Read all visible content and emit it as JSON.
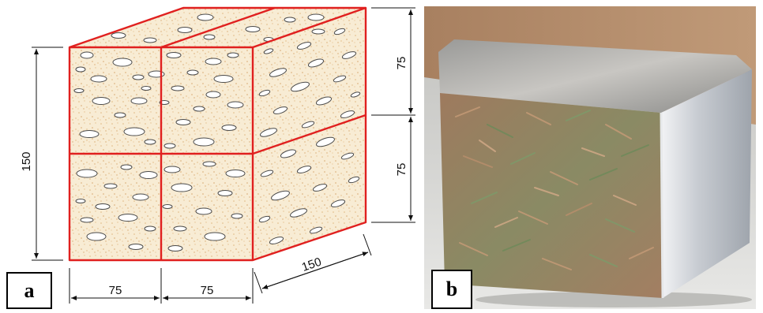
{
  "panel_a": {
    "label": "a",
    "dimensions": {
      "height_total": "150",
      "height_top": "75",
      "height_bottom": "75",
      "width_left": "75",
      "width_right": "75",
      "depth": "150"
    },
    "colors": {
      "edge": "#e0201f",
      "fill": "#f8ecd4",
      "dots": "#e0b880",
      "holes": "#4a4a4a"
    }
  },
  "panel_b": {
    "label": "b",
    "colors": {
      "foil": "#b9bec4",
      "fiber": "#a07a5c",
      "fiber_green": "#7d9068",
      "wall": "#b8906e",
      "table": "#dcdcd8"
    }
  }
}
